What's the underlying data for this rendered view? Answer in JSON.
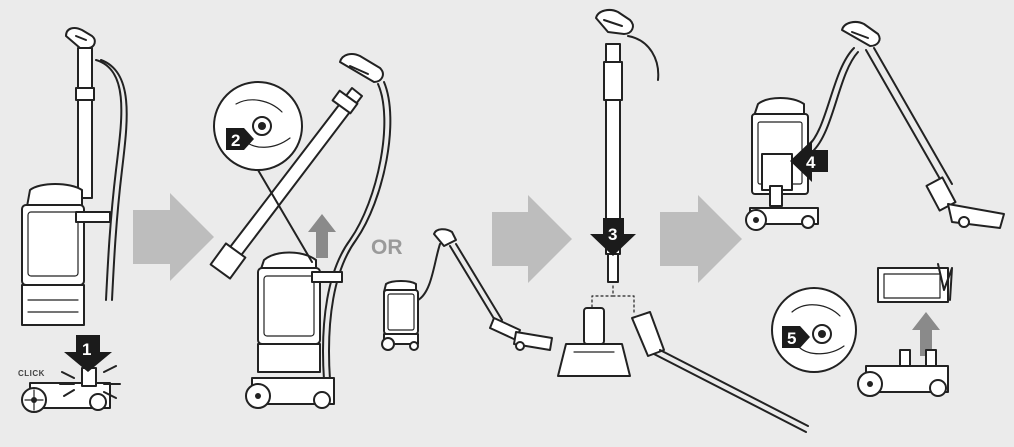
{
  "labels": {
    "click": "CLICK",
    "or": "OR"
  },
  "steps": [
    {
      "number": "1"
    },
    {
      "number": "2"
    },
    {
      "number": "3"
    },
    {
      "number": "4"
    },
    {
      "number": "5"
    }
  ],
  "colors": {
    "background": "#ebebeb",
    "flow_arrow": "#bdbdbd",
    "lift_arrow": "#8a8a8a",
    "badge": "#1b1b1b",
    "line_art": "#222222"
  }
}
